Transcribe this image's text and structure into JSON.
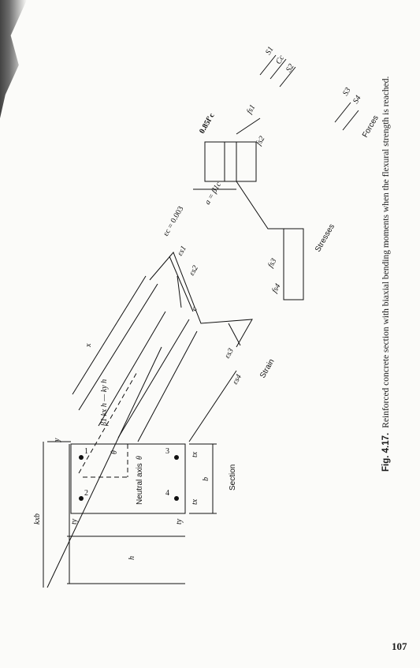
{
  "figure": {
    "section_label": "Section",
    "strain_label": "Strain",
    "stresses_label": "Stresses",
    "forces_label": "Forces",
    "neutral_axis_label": "Neutral axis",
    "ec_label": "εc = 0.003",
    "es1": "εs1",
    "es2": "εs2",
    "es3": "εs3",
    "es4": "εs4",
    "fs1": "fs1",
    "fs2": "fs2",
    "fs3": "fs3",
    "fs4": "fs4",
    "s1": "S1",
    "s2": "S2",
    "s3": "S3",
    "s4": "S4",
    "cc": "Cc",
    "stress_block": "0.85f′c",
    "a_label": "a = β1c",
    "c_label": "c",
    "x_label": "x",
    "y_label": "y",
    "kxb": "kxb",
    "kxh": "β1 kx h — ky h",
    "theta": "θ",
    "h_label": "h",
    "b_label": "b",
    "tx": "tx",
    "ty": "ty",
    "bar1": "1",
    "bar2": "2",
    "bar3": "3",
    "bar4": "4"
  },
  "caption": {
    "number": "Fig. 4.17.",
    "text": "Reinforced concrete section with biaxial bending moments when the flexural strength is reached."
  },
  "page_number": "107"
}
